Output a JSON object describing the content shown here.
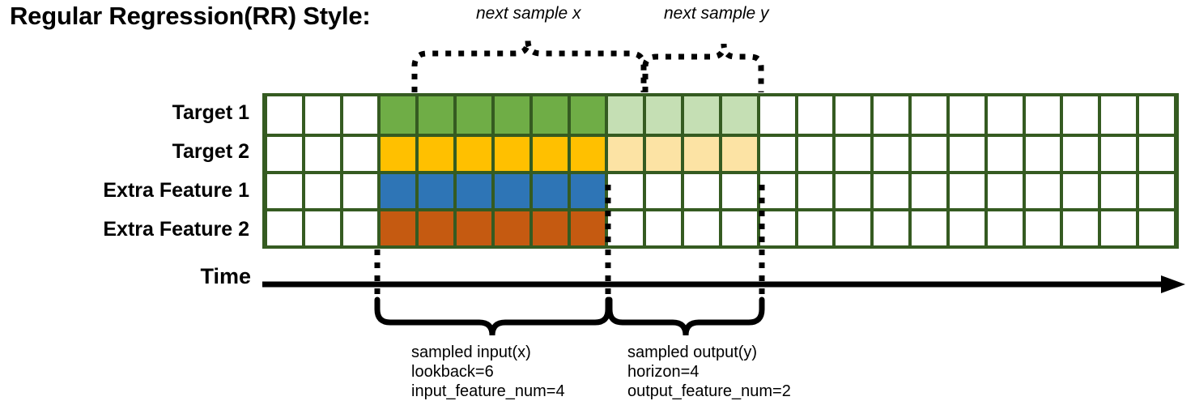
{
  "title": "Regular Regression(RR) Style:",
  "annotations": {
    "next_sample_x": "next sample x",
    "next_sample_y": "next sample y"
  },
  "rows": [
    {
      "label": "Target 1",
      "name": "target-1"
    },
    {
      "label": "Target 2",
      "name": "target-2"
    },
    {
      "label": "Extra Feature 1",
      "name": "extra-feature-1"
    },
    {
      "label": "Extra Feature 2",
      "name": "extra-feature-2"
    }
  ],
  "time_axis": {
    "label": "Time"
  },
  "captions": {
    "input": {
      "line1": "sampled input(x)",
      "line2": "lookback=6",
      "line3": "input_feature_num=4"
    },
    "output": {
      "line1": "sampled output(y)",
      "line2": "horizon=4",
      "line3": "output_feature_num=2"
    }
  },
  "colors": {
    "border": "#355B21",
    "green": "#6FAD46",
    "green_light": "#C5DFB4",
    "gold": "#FFC000",
    "gold_light": "#FCE3A4",
    "blue": "#2E75B6",
    "orange": "#C55A11",
    "white": "#FFFFFF",
    "ink": "#000000"
  },
  "chart_data": {
    "type": "heatmap",
    "title": "Regular Regression(RR) Style:",
    "columns": 24,
    "rows": [
      "Target 1",
      "Target 2",
      "Extra Feature 1",
      "Extra Feature 2"
    ],
    "lookback": 6,
    "horizon": 4,
    "input_feature_num": 4,
    "output_feature_num": 2,
    "input_window_start_col": 4,
    "input_window_end_col": 9,
    "output_window_start_col": 10,
    "output_window_end_col": 13,
    "grid": true,
    "legend": "none",
    "cells": [
      [
        "white",
        "white",
        "white",
        "green",
        "green",
        "green",
        "green",
        "green",
        "green",
        "green-lite",
        "green-lite",
        "green-lite",
        "green-lite",
        "white",
        "white",
        "white",
        "white",
        "white",
        "white",
        "white",
        "white",
        "white",
        "white",
        "white"
      ],
      [
        "white",
        "white",
        "white",
        "gold",
        "gold",
        "gold",
        "gold",
        "gold",
        "gold",
        "gold-lite",
        "gold-lite",
        "gold-lite",
        "gold-lite",
        "white",
        "white",
        "white",
        "white",
        "white",
        "white",
        "white",
        "white",
        "white",
        "white",
        "white"
      ],
      [
        "white",
        "white",
        "white",
        "blue",
        "blue",
        "blue",
        "blue",
        "blue",
        "blue",
        "white",
        "white",
        "white",
        "white",
        "white",
        "white",
        "white",
        "white",
        "white",
        "white",
        "white",
        "white",
        "white",
        "white",
        "white"
      ],
      [
        "white",
        "white",
        "white",
        "orange",
        "orange",
        "orange",
        "orange",
        "orange",
        "orange",
        "white",
        "white",
        "white",
        "white",
        "white",
        "white",
        "white",
        "white",
        "white",
        "white",
        "white",
        "white",
        "white",
        "white",
        "white"
      ]
    ]
  }
}
